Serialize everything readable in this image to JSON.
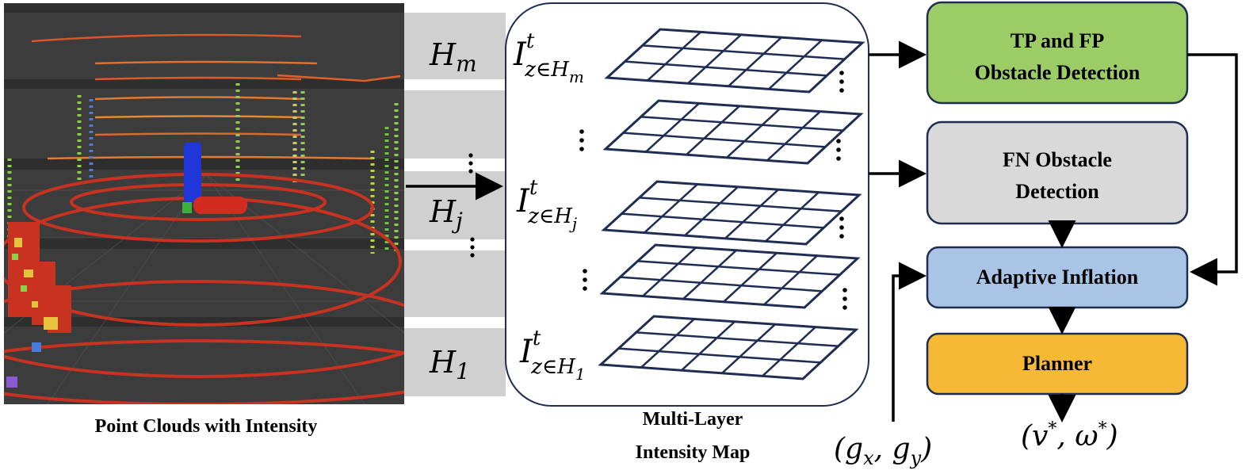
{
  "point_cloud": {
    "caption": "Point Clouds with Intensity",
    "height_bands": [
      {
        "label": "H",
        "sub": "m"
      },
      {
        "label": "H",
        "sub": "j"
      },
      {
        "label": "H",
        "sub": "1"
      }
    ]
  },
  "intensity_map": {
    "caption_line1": "Multi-Layer",
    "caption_line2": "Intensity Map",
    "layers": [
      {
        "label": "I",
        "sup": "t",
        "sub": "z∈H",
        "subsub": "m"
      },
      {
        "label": "I",
        "sup": "t",
        "sub": "z∈H",
        "subsub": "j"
      },
      {
        "label": "I",
        "sup": "t",
        "sub": "z∈H",
        "subsub": "1"
      }
    ]
  },
  "blocks": {
    "tp_fp_line1": "TP and FP",
    "tp_fp_line2": "Obstacle Detection",
    "fn_line1": "FN Obstacle",
    "fn_line2": "Detection",
    "adaptive": "Adaptive Inflation",
    "planner": "Planner"
  },
  "io": {
    "goal_input": "(g",
    "goal_x": "x",
    "goal_sep": ", g",
    "goal_y": "y",
    "goal_close": ")",
    "output_open": "(v",
    "output_star1": "*",
    "output_sep": ", ω",
    "output_star2": "*",
    "output_close": ")"
  },
  "colors": {
    "tp_fp_fill": "#9ccc65",
    "fn_fill": "#d9d9d9",
    "adaptive_fill": "#a9c4e4",
    "planner_fill": "#f5b935",
    "band_gray": "#d0d0d0",
    "grid_stroke": "#1f2d52",
    "scan_bg": "#3a3a3a"
  }
}
